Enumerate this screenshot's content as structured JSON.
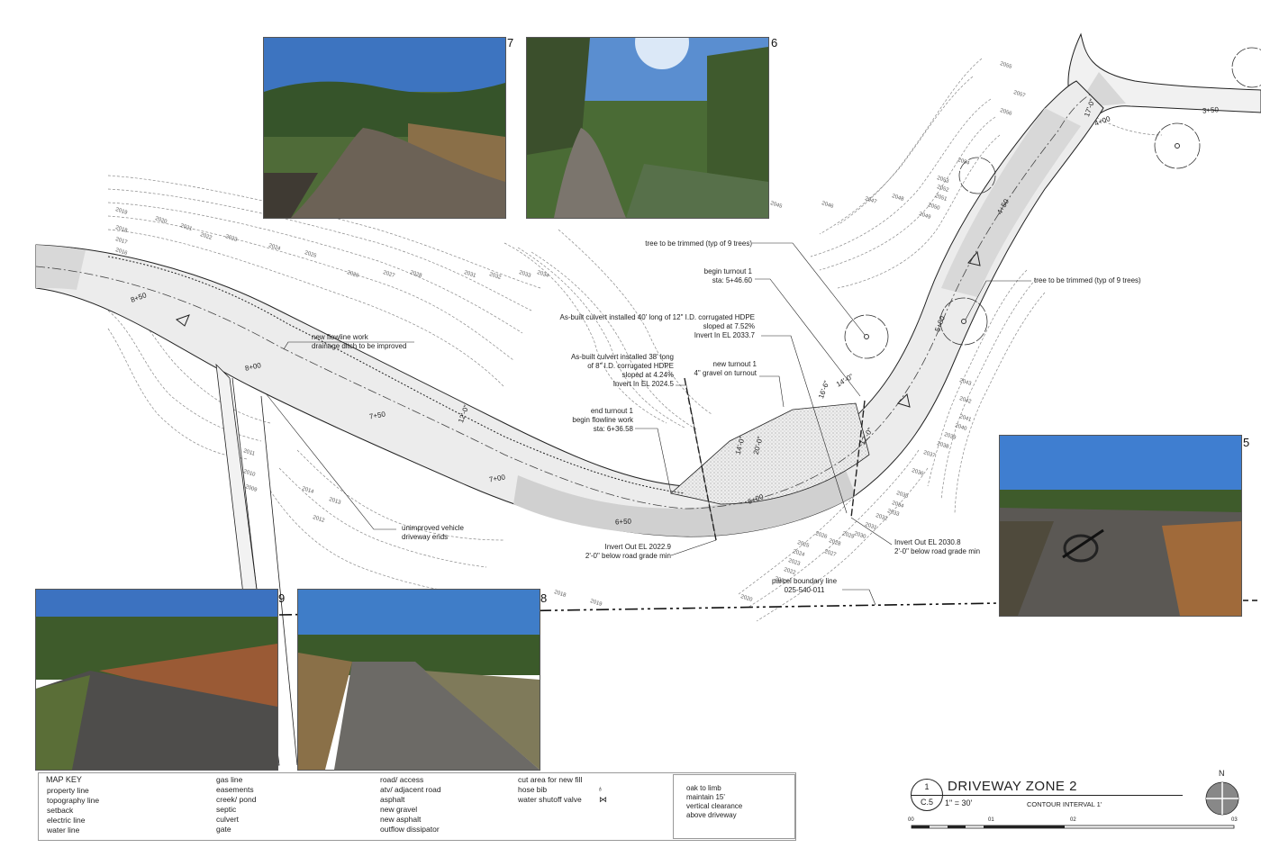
{
  "photos": [
    {
      "num": "7"
    },
    {
      "num": "6"
    },
    {
      "num": "5"
    },
    {
      "num": "9"
    },
    {
      "num": "8"
    }
  ],
  "notes": {
    "trim_top": "tree to be trimmed (typ of 9 trees)",
    "trim_right": "tree to be trimmed (typ of 9 trees)",
    "begin_turnout": "begin turnout 1",
    "begin_turnout_sta": "sta: 5+46.60",
    "culvert1_l1": "As-built culvert installed 40' long of 12\" I.D. corrugated HDPE",
    "culvert1_l2": "sloped at 7.52%",
    "culvert1_l3": "Invert In EL 2033.7",
    "culvert2_l1": "As-built culvert installed 38' long",
    "culvert2_l2": "of 8\" I.D. corrugated HDPE",
    "culvert2_l3": "sloped at 4.24%",
    "culvert2_l4": "Invert In EL 2024.5",
    "new_turnout_l1": "new turnout 1",
    "new_turnout_l2": "4\" gravel on turnout",
    "end_turnout_l1": "end turnout 1",
    "end_turnout_l2": "begin flowline work",
    "end_turnout_l3": "sta: 6+36.58",
    "flowline_l1": "new flowline work",
    "flowline_l2": "drainage ditch to be improved",
    "unimproved_l1": "unimproved vehicle",
    "unimproved_l2": "driveway ends",
    "invert_out1_l1": "Invert Out EL 2022.9",
    "invert_out1_l2": "2'-0\" below road grade min",
    "invert_out2_l1": "Invert Out EL 2030.8",
    "invert_out2_l2": "2'-0\" below road grade min",
    "parcel_l1": "parcel boundary line",
    "parcel_l2": "025-540-011"
  },
  "stations": [
    "8+50",
    "8+00",
    "7+50",
    "7+00",
    "6+50",
    "6+00",
    "5+00",
    "4+50",
    "4+00",
    "3+50"
  ],
  "dimensions": [
    "12'-0\"",
    "14'-0\"",
    "20'-0\"",
    "16'-6\"",
    "14'-0\"",
    "12'-0\"",
    "17'-0\""
  ],
  "contours_left": [
    "2019",
    "2018",
    "2017",
    "2016",
    "2020",
    "2021",
    "2022",
    "2023",
    "2024",
    "2025",
    "2026",
    "2027",
    "2028",
    "2031",
    "2032",
    "2033",
    "2034"
  ],
  "contours_top": [
    "2055",
    "2057",
    "2056",
    "2054",
    "2053",
    "2052",
    "2051",
    "2050",
    "2049",
    "2048",
    "2047",
    "2046",
    "2045",
    "2044"
  ],
  "contours_bottom": [
    "2011",
    "2010",
    "2009",
    "2014",
    "2013",
    "2012",
    "2018",
    "2019",
    "2020",
    "2021",
    "2022",
    "2023",
    "2024",
    "2025",
    "2026",
    "2027",
    "2028",
    "2029",
    "2030",
    "2031",
    "2032",
    "2033",
    "2034",
    "2035",
    "2036",
    "2037",
    "2038",
    "2039",
    "2040",
    "2041",
    "2042",
    "2043"
  ],
  "map_key": {
    "title": "MAP KEY",
    "col1": [
      "property line",
      "topography line",
      "setback",
      "electric line",
      "water line"
    ],
    "col2": [
      "gas line",
      "easements",
      "creek/ pond",
      "septic",
      "culvert",
      "gate"
    ],
    "col3": [
      "road/ access",
      "atv/ adjacent road",
      "asphalt",
      "new gravel",
      "new asphalt",
      "outflow dissipator"
    ],
    "col4": [
      "cut area for new fill",
      "hose bib",
      "water shutoff valve"
    ],
    "oak": [
      "oak to limb",
      "maintain 15'",
      "vertical clearance",
      "above driveway"
    ]
  },
  "title_block": {
    "detail_num": "1",
    "sheet": "C.5",
    "title": "DRIVEWAY ZONE 2",
    "scale": "1\" = 30'",
    "contour_interval": "CONTOUR INTERVAL 1'",
    "north": "N",
    "scale_ticks": [
      "00",
      "01",
      "02",
      "03"
    ]
  },
  "colors": {
    "road_fill": "#dcdcdc",
    "road_dark_fill": "#c8c8c8",
    "line": "#222222",
    "contour": "#777777",
    "sky": "#4f86c6",
    "foliage": "#4a6b35",
    "dirt": "#8a6a46"
  }
}
